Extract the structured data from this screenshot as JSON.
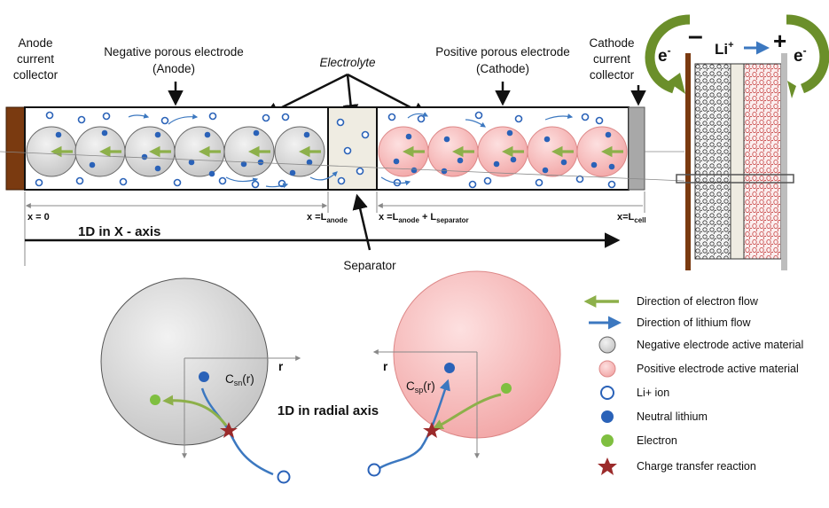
{
  "labels": {
    "anode_collector": [
      "Anode",
      "current",
      "collector"
    ],
    "neg_electrode": [
      "Negative porous electrode",
      "(Anode)"
    ],
    "electrolyte": "Electrolyte",
    "pos_electrode": [
      "Positive porous electrode",
      "(Cathode)"
    ],
    "cathode_collector": [
      "Cathode",
      "current",
      "collector"
    ],
    "x0": "x = 0",
    "x_anode": "x =L",
    "x_anode_sub": "anode",
    "x_sep": "x =L",
    "x_sep_sub1": "anode",
    "x_sep_plus": " + L",
    "x_sep_sub2": "separator",
    "x_cell": "x=L",
    "x_cell_sub": "cell",
    "axis_1d_x": "1D in X - axis",
    "separator": "Separator",
    "axis_1d_radial": "1D in radial axis",
    "r_left": "r",
    "r_right": "r",
    "csn": "C",
    "csn_sub": "sn",
    "csn_tail": "(r)",
    "csp": "C",
    "csp_sub": "sp",
    "csp_tail": "(r)",
    "minus": "–",
    "plus": "+",
    "li": "Li",
    "li_sup": "+",
    "e_left": "e",
    "e_right": "e",
    "e_sup": "-"
  },
  "legend": [
    {
      "label": "Direction of electron flow",
      "icon": "green-arrow-icon"
    },
    {
      "label": "Direction of lithium flow",
      "icon": "blue-arrow-icon"
    },
    {
      "label": "Negative electrode active material",
      "icon": "gray-circle-icon"
    },
    {
      "label": "Positive electrode active material",
      "icon": "pink-circle-icon"
    },
    {
      "label": "Li+ ion",
      "icon": "ring-icon"
    },
    {
      "label": "Neutral lithium",
      "icon": "blue-dot-icon"
    },
    {
      "label": "Electron",
      "icon": "green-dot-icon"
    },
    {
      "label": "Charge transfer reaction",
      "icon": "star-icon"
    }
  ],
  "colors": {
    "anode_collector": "#7a3a10",
    "cathode_collector": "#a8a8a8",
    "anode_particle": "#d9d9d9",
    "cathode_particle": "#f6b8b8",
    "separator": "#efece2",
    "electron_arrow": "#8db04a",
    "lithium_arrow": "#3c78c0",
    "neutral_li": "#2a62b8",
    "electron_dot": "#7fbf40",
    "star": "#9b2a2a",
    "big_green": "#6b8f2a"
  }
}
